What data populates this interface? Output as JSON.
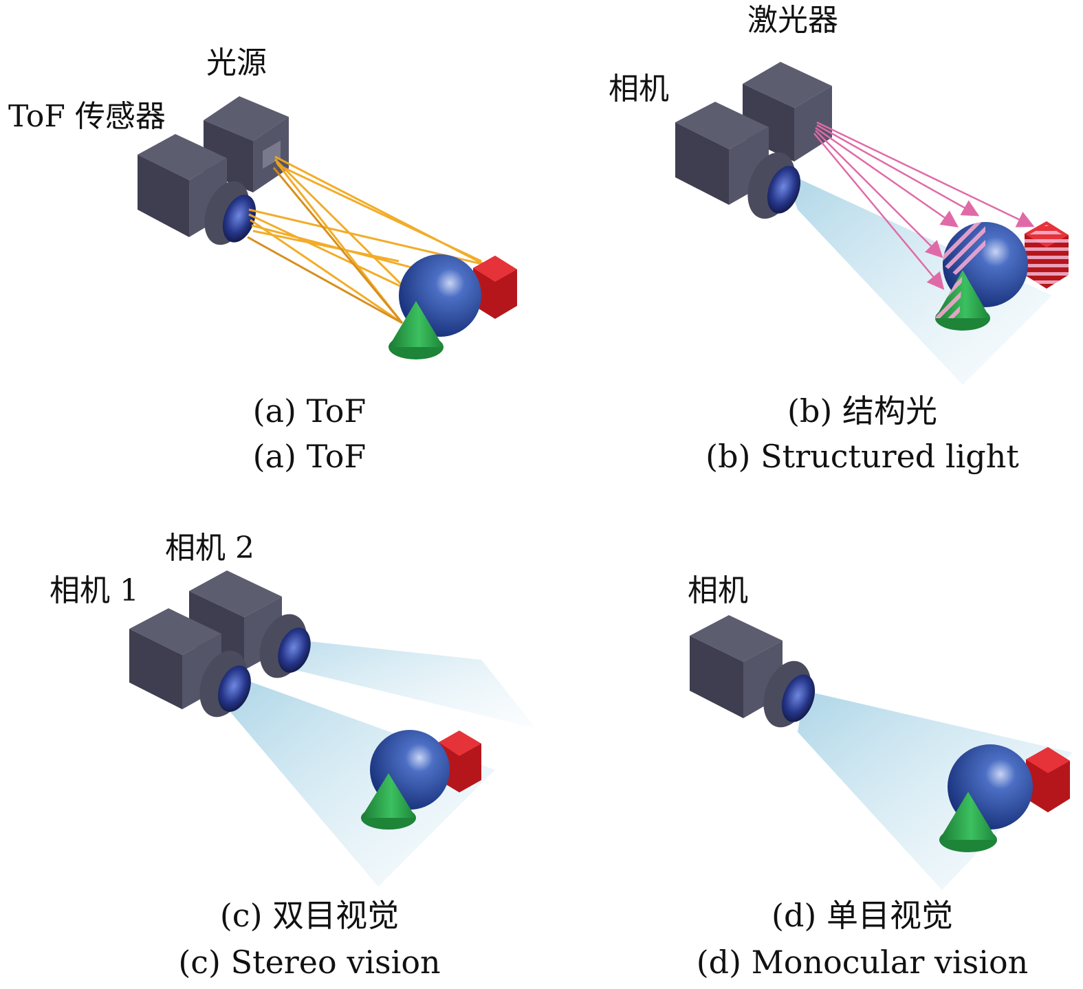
{
  "panels": [
    {
      "id": "a",
      "labels": {
        "source": "光源",
        "sensor": "ToF 传感器"
      },
      "caption_zh": "(a) ToF",
      "caption_en": "(a) ToF"
    },
    {
      "id": "b",
      "labels": {
        "laser": "激光器",
        "camera": "相机"
      },
      "caption_zh": "(b) 结构光",
      "caption_en": "(b) Structured light"
    },
    {
      "id": "c",
      "labels": {
        "camera2": "相机 2",
        "camera1": "相机 1"
      },
      "caption_zh": "(c) 双目视觉",
      "caption_en": "(c) Stereo vision"
    },
    {
      "id": "d",
      "labels": {
        "camera": "相机"
      },
      "caption_zh": "(d) 单目视觉",
      "caption_en": "(d) Monocular vision"
    }
  ],
  "colors": {
    "camera_body": "#4a4a5c",
    "lens": "#2a3a8c",
    "sphere": "#2a4fa0",
    "cube": "#cc1a1f",
    "cone": "#23a045",
    "tof_rays": "#f2a81d",
    "structured_rays": "#e06aa8",
    "view_cone": "#b7dbe8"
  }
}
